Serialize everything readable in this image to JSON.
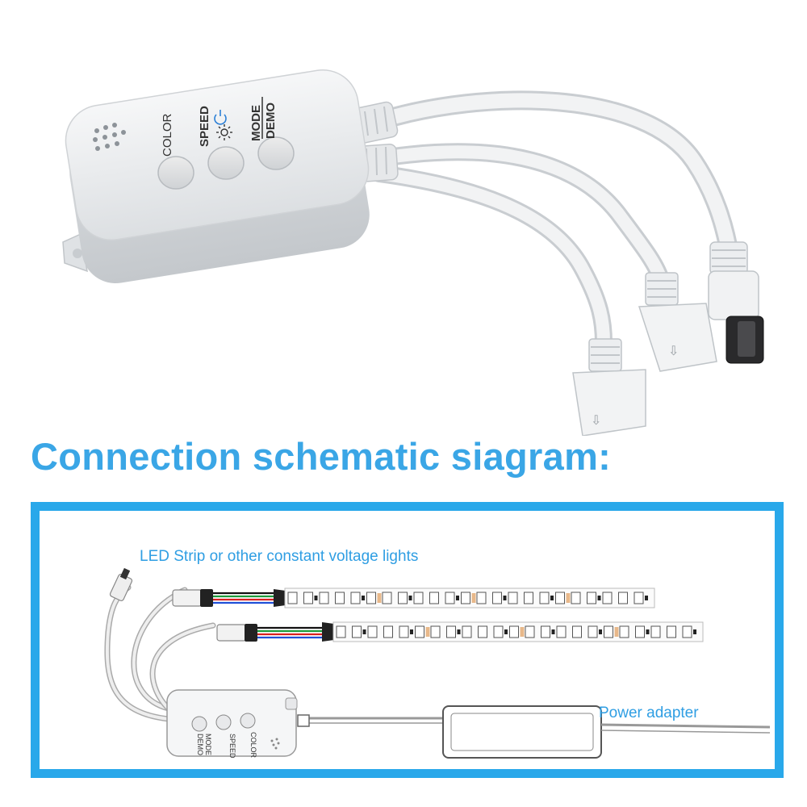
{
  "heading": "Connection schematic siagram:",
  "controller": {
    "buttons": [
      "COLOR",
      "SPEED",
      "MODE",
      "DEMO"
    ]
  },
  "schematic": {
    "strip_label": "LED Strip or other constant voltage lights",
    "adapter_label": "Power adapter"
  },
  "colors": {
    "accent": "#29a8ea",
    "heading": "#3aa6e6",
    "label": "#2f9ee3",
    "body_gray": "#e9ebec"
  }
}
